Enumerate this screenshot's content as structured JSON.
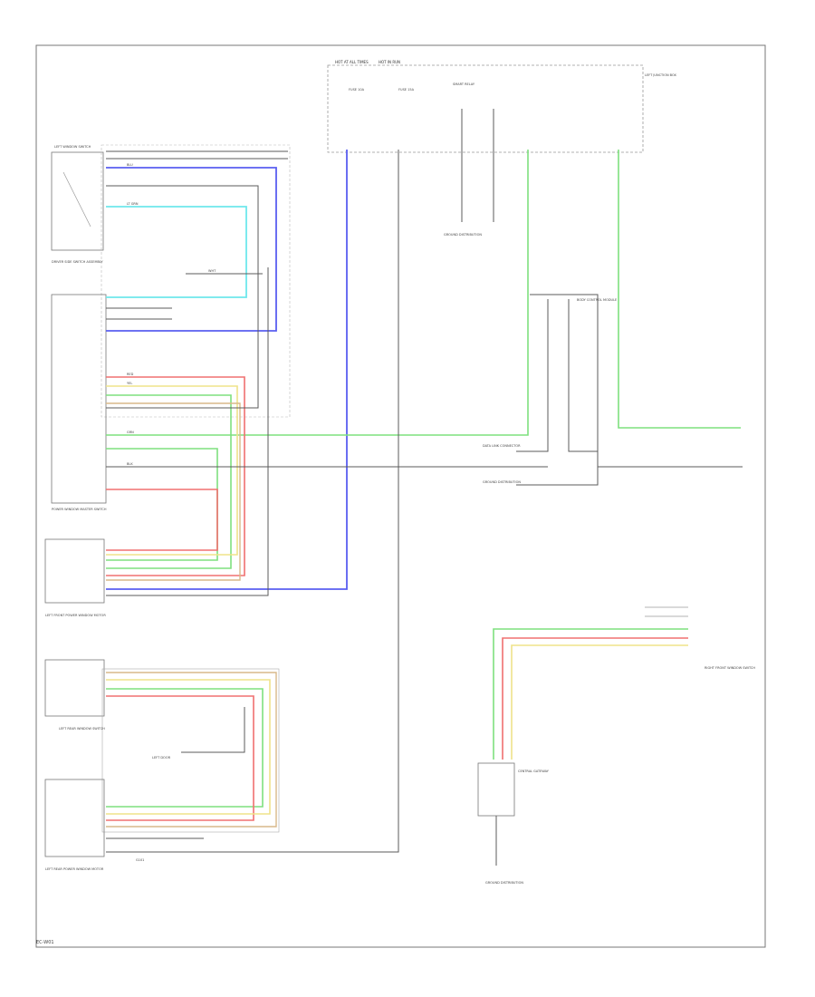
{
  "page_code": "EC-W01",
  "colors": {
    "blue": "#5a5ef0",
    "cyan": "#6ee8ec",
    "green": "#7fe07f",
    "red": "#f07070",
    "yellow": "#efe38a",
    "tan": "#d9b98a",
    "dark": "#5b5b5b",
    "gray": "#9a9a9a"
  },
  "labels": {
    "hot_at_all_times": "HOT AT ALL TIMES",
    "hot_in_run": "HOT IN RUN",
    "fuse_a": "FUSE 10A",
    "fuse_b": "FUSE 15A",
    "smart_relay": "SMART RELAY",
    "left_junction_box": "LEFT JUNCTION BOX",
    "power_window_switch_top": "LEFT WINDOW SWITCH",
    "power_window_switch": "POWER WINDOW MASTER SWITCH",
    "switch_assembly": "DRIVER SIDE SWITCH ASSEMBLY",
    "left_front_motor": "LEFT FRONT POWER WINDOW MOTOR",
    "left_rear_switch": "LEFT REAR WINDOW SWITCH",
    "left_rear_motor": "LEFT REAR POWER WINDOW MOTOR",
    "left_door": "LEFT DOOR",
    "ground_top": "GROUND DISTRIBUTION",
    "ground_mid": "GROUND DISTRIBUTION",
    "ground_bottom": "GROUND DISTRIBUTION",
    "data_link": "DATA LINK CONNECTOR",
    "body_control": "BODY CONTROL MODULE",
    "central_gateway": "CENTRAL GATEWAY",
    "right_front_switch": "RIGHT FRONT WINDOW SWITCH",
    "gnd": "G101",
    "wire_blu": "BLU",
    "wire_grn": "GRN",
    "wire_red": "RED",
    "wire_yel": "YEL",
    "wire_blk": "BLK",
    "wire_lt_grn": "LT GRN",
    "wire_wht": "WHT"
  }
}
